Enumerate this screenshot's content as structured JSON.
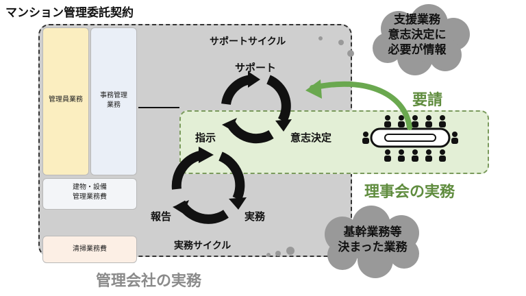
{
  "title": "マンション管理委託契約",
  "regions": {
    "management": "管理会社の実務",
    "board": "理事会の実務"
  },
  "duties": {
    "manager": "管理員業務",
    "admin": [
      "事務管理",
      "業務"
    ],
    "building": [
      "建物・設備",
      "管理業務費"
    ],
    "cleaning": "清掃業務費"
  },
  "cycles": {
    "support": "サポートサイクル",
    "work": "実務サイクル"
  },
  "cycle_labels": {
    "support": "サポート",
    "instruct": "指示",
    "decide": "意志決定",
    "report": "報告",
    "work": "実務"
  },
  "request": "要請",
  "clouds": {
    "top": [
      "支援業務",
      "意志決定に",
      "必要が情報"
    ],
    "bottom": [
      "基幹業務等",
      "決まった業務"
    ]
  }
}
